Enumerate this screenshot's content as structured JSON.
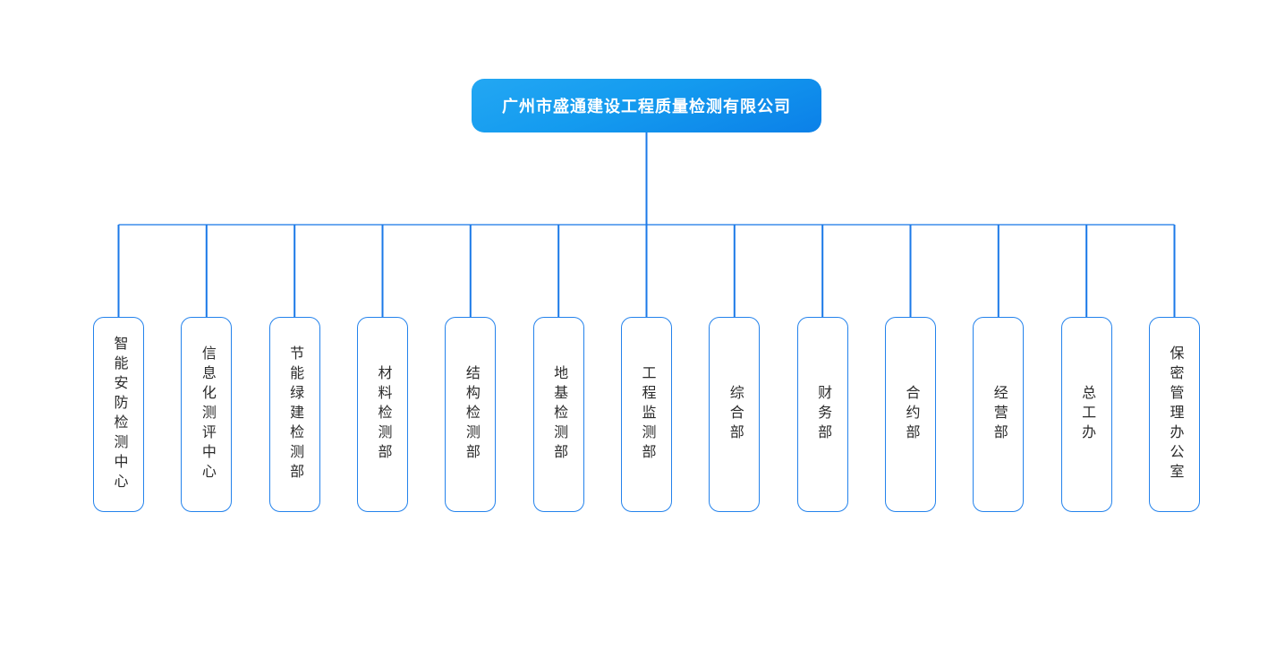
{
  "org_chart": {
    "root": {
      "label": "广州市盛通建设工程质量检测有限公司"
    },
    "departments": [
      {
        "label": "智能安防检测中心"
      },
      {
        "label": "信息化测评中心"
      },
      {
        "label": "节能绿建检测部"
      },
      {
        "label": "材料检测部"
      },
      {
        "label": "结构检测部"
      },
      {
        "label": "地基检测部"
      },
      {
        "label": "工程监测部"
      },
      {
        "label": "综合部"
      },
      {
        "label": "财务部"
      },
      {
        "label": "合约部"
      },
      {
        "label": "经营部"
      },
      {
        "label": "总工办"
      },
      {
        "label": "保密管理办公室"
      }
    ]
  },
  "colors": {
    "root_gradient_top": "#23a7f3",
    "root_gradient_bottom": "#0b80e8",
    "root_text": "#ffffff",
    "connector": "#1b79e8",
    "node_border": "#2382ec",
    "node_text": "#2b2b2b",
    "background": "#ffffff"
  }
}
